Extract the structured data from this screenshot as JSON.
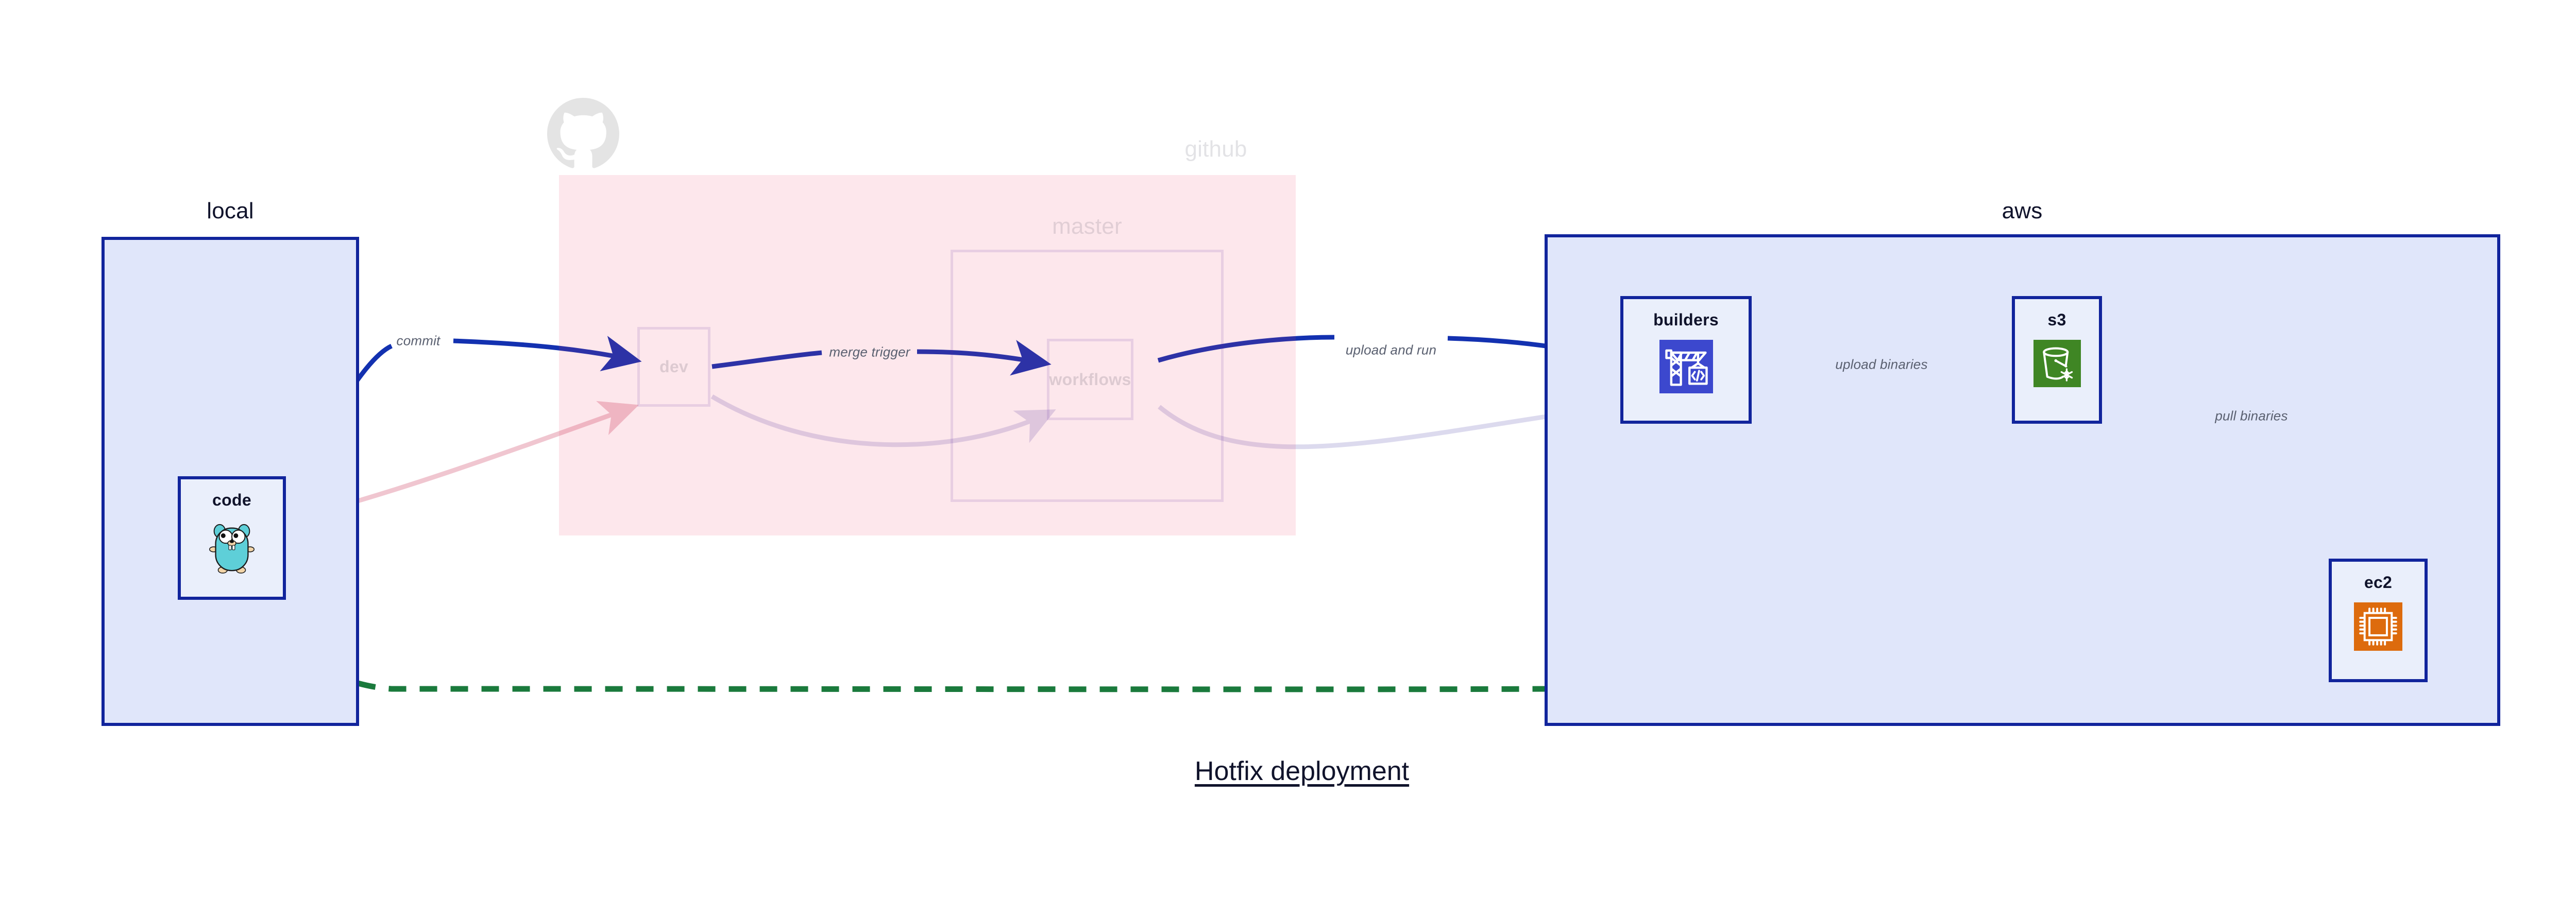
{
  "diagram": {
    "title": "Hotfix deployment",
    "background": "#ffffff",
    "accent_blue": "#11249c",
    "edge_blue": "#1331b0",
    "edge_green": "#1a7a3c",
    "label_gray": "#5a6070",
    "text_dark": "#10132b"
  },
  "groups": {
    "local": {
      "label": "local",
      "border_color": "#11249c",
      "fill_color": "#e0e6fa"
    },
    "github": {
      "label": "github",
      "fill_color": "#fae4ea",
      "faded": true,
      "icon": "github-octocat-icon"
    },
    "master": {
      "label": "master",
      "faded": true
    },
    "aws": {
      "label": "aws",
      "border_color": "#11249c",
      "fill_color": "#e0e6fa"
    }
  },
  "nodes": {
    "code": {
      "label": "code",
      "icon": "go-gopher-icon",
      "icon_color": "#5ecfd8",
      "faded": false
    },
    "dev": {
      "label": "dev",
      "icon": "none",
      "faded": true
    },
    "workflows": {
      "label": "workflows",
      "icon": "none",
      "faded": true
    },
    "builders": {
      "label": "builders",
      "icon": "aws-codebuild-crane-icon",
      "icon_color": "#3c48ce",
      "faded": false
    },
    "s3": {
      "label": "s3",
      "icon": "aws-s3-bucket-icon",
      "icon_color": "#3f8624",
      "faded": false
    },
    "ec2": {
      "label": "ec2",
      "icon": "aws-ec2-chip-icon",
      "icon_color": "#dd6b0d",
      "faded": false
    }
  },
  "edges": [
    {
      "id": "commit",
      "from": "code",
      "to": "dev",
      "label": "commit",
      "style": "solid",
      "color": "#1331b0",
      "prominent": true
    },
    {
      "id": "merge-trigger",
      "from": "dev",
      "to": "workflows",
      "label": "merge trigger",
      "style": "solid",
      "color": "#1331b0",
      "prominent": true
    },
    {
      "id": "upload-and-run",
      "from": "workflows",
      "to": "builders",
      "label": "upload and run",
      "style": "solid",
      "color": "#1331b0",
      "prominent": true
    },
    {
      "id": "upload-binaries",
      "from": "builders",
      "to": "s3",
      "label": "upload binaries",
      "style": "solid",
      "color": "#1331b0",
      "prominent": true
    },
    {
      "id": "pull-binaries",
      "from": "s3",
      "to": "ec2",
      "label": "pull binaries",
      "style": "solid",
      "color": "#1331b0",
      "prominent": true
    },
    {
      "id": "hotfix-direct",
      "from": "code",
      "to": "ec2",
      "label": "",
      "style": "dashed",
      "color": "#1a7a3c",
      "prominent": true
    },
    {
      "id": "ghost-code-dev",
      "from": "code",
      "to": "dev",
      "label": "",
      "style": "solid",
      "color": "#f0c6d0",
      "prominent": false
    },
    {
      "id": "ghost-dev-wf",
      "from": "dev",
      "to": "workflows",
      "label": "",
      "style": "solid",
      "color": "#dcdaee",
      "prominent": false
    },
    {
      "id": "ghost-wf-build",
      "from": "workflows",
      "to": "builders",
      "label": "",
      "style": "solid",
      "color": "#dcdaee",
      "prominent": false
    }
  ]
}
